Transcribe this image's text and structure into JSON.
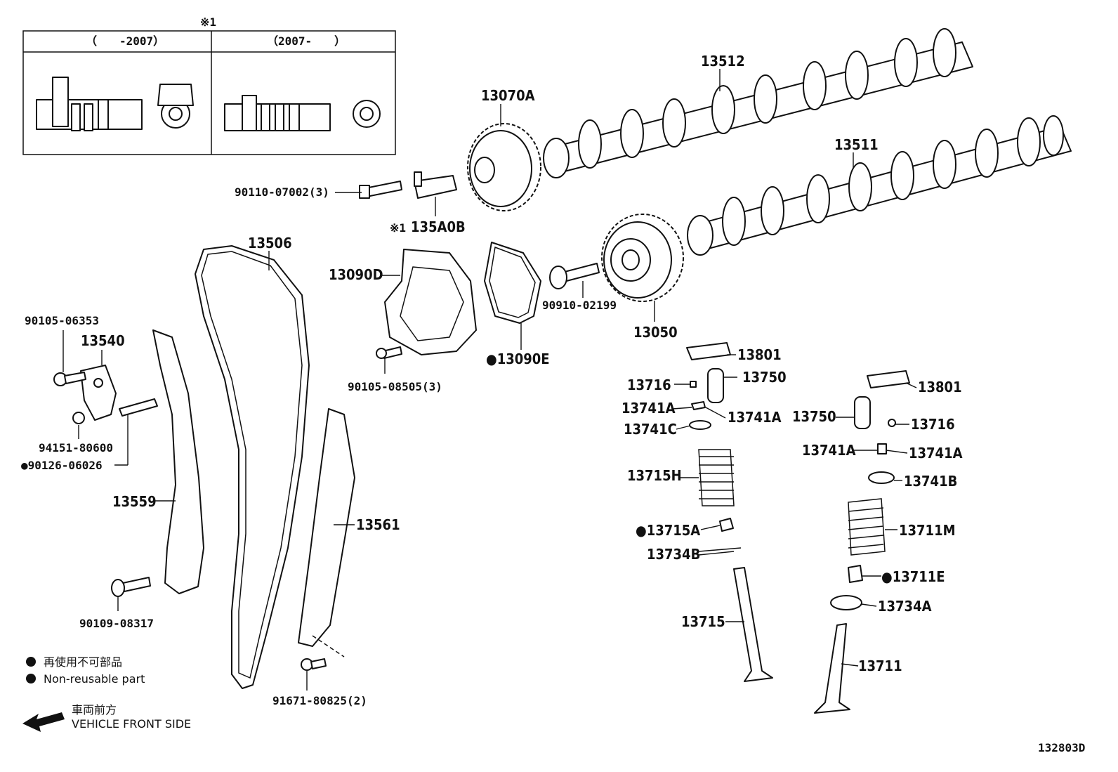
{
  "diagram_id": "132803D",
  "inset": {
    "title": "※1",
    "left_header": "（　　-2007）",
    "right_header": "（2007-　　）"
  },
  "callouts": {
    "c13512": "13512",
    "c13511": "13511",
    "c13070A": "13070A",
    "c90110": "90110-07002(3)",
    "c135A0B": "135A0B",
    "c135A0B_mark": "※1",
    "c13506": "13506",
    "c13090D": "13090D",
    "c90105_08505": "90105-08505(3)",
    "c13090E": "●13090E",
    "c90910": "90910-02199",
    "c13050": "13050",
    "c90105_06353": "90105-06353",
    "c13540": "13540",
    "c94151": "94151-80600",
    "c90126": "●90126-06026",
    "c13559": "13559",
    "c13561": "13561",
    "c90109": "90109-08317",
    "c91671": "91671-80825(2)",
    "c13801a": "13801",
    "c13750a": "13750",
    "c13716a": "13716",
    "c13741Aa": "13741A",
    "c13741Ab": "13741A",
    "c13741C": "13741C",
    "c13715H": "13715H",
    "c13715A": "●13715A",
    "c13734B": "13734B",
    "c13715": "13715",
    "c13801b": "13801",
    "c13750b": "13750",
    "c13716b": "13716",
    "c13741Ac": "13741A",
    "c13741Ad": "13741A",
    "c13741B": "13741B",
    "c13711M": "13711M",
    "c13711E": "●13711E",
    "c13734A": "13734A",
    "c13711": "13711"
  },
  "legend": {
    "jp_nonreusable": "再使用不可部品",
    "en_nonreusable": "Non-reusable part",
    "jp_front": "車両前方",
    "en_front": "VEHICLE FRONT SIDE"
  }
}
